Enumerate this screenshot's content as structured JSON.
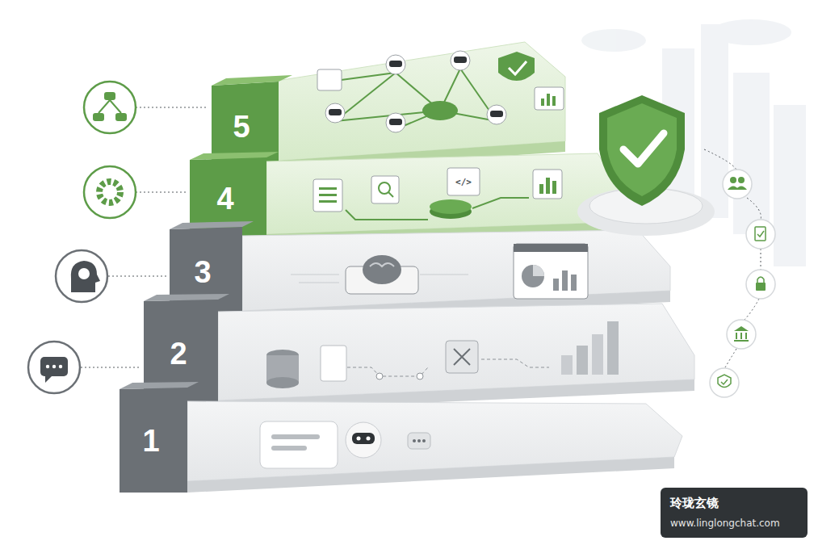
{
  "diagram": {
    "nodes": [
      {
        "text": [
          "玲珑玄镜",
          "www.linglongchat.com"
        ]
      }
    ],
    "labels": [
      "5",
      "4",
      "3",
      "2",
      "1",
      "</>"
    ]
  }
}
